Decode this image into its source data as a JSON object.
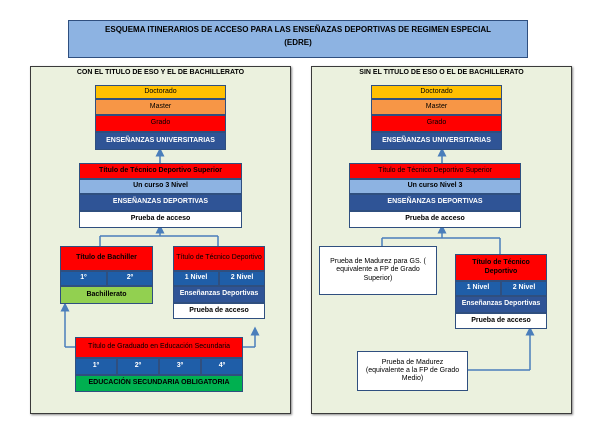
{
  "title": {
    "line1": "ESQUEMA ITINERARIOS DE ACCESO PARA LAS ENSEÑAZAS DEPORTIVAS DE REGIMEN  ESPECIAL",
    "line2": "(EDRE)"
  },
  "left": {
    "heading": "CON EL TITULO DE ESO Y EL DE BACHILLERATO",
    "univ": [
      "Doctorado",
      "Master",
      "Grado",
      "ENSEÑANZAS UNIVERSITARIAS"
    ],
    "sup": [
      "Título de Técnico Deportivo Superior",
      "Un curso  3 Nivel",
      "ENSEÑANZAS DEPORTIVAS",
      "Prueba de acceso"
    ],
    "bach": {
      "title": "Título de Bachiller",
      "c1": "1º",
      "c2": "2º",
      "label": "Bachillerato"
    },
    "tec": {
      "title": "Título de Técnico Deportivo",
      "n1": "1 Nivel",
      "n2": "2 Nivel",
      "label": "Enseñanzas Deportivas",
      "prueba": "Prueba de acceso"
    },
    "eso": {
      "title": "Título de Graduado en Educación Secundaria",
      "c1": "1º",
      "c2": "2º",
      "c3": "3º",
      "c4": "4º",
      "label": "EDUCACIÓN SECUNDARIA OBLIGATORIA"
    }
  },
  "right": {
    "heading": "SIN  EL TITULO DE ESO O EL DE BACHILLERATO",
    "univ": [
      "Doctorado",
      "Master",
      "Grado",
      "ENSEÑANZAS UNIVERSITARIAS"
    ],
    "sup": [
      "Título de Técnico Deportivo Superior",
      "Un curso  Nivel 3",
      "ENSEÑANZAS DEPORTIVAS",
      "Prueba de acceso"
    ],
    "madurez_gs": "Prueba de Madurez para  GS. ( equivalente a FP de Grado Superior)",
    "tec": {
      "title": "Título de Técnico Deportivo",
      "n1": "1 Nivel",
      "n2": "2 Nivel",
      "label": "Enseñanzas Deportivas",
      "prueba": "Prueba de acceso"
    },
    "madurez_gm": "Prueba de Madurez (equivalente a la FP de Grado Medio)"
  }
}
